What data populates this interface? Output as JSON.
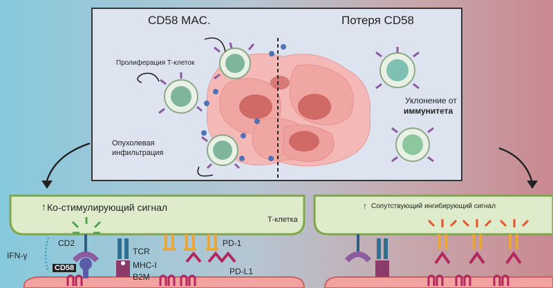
{
  "top_panel": {
    "left_title": "CD58 MAC.",
    "right_title": "Потеря CD58",
    "proliferation": "Пролиферация Т-клеток",
    "infiltration_line1": "Опухолевая",
    "infiltration_line2": "инфильтрация",
    "evasion_line1": "Уклонение от",
    "evasion_line2": "иммунитета"
  },
  "bottom_left": {
    "costim_arrow": "↑",
    "costim_label": "Ко-стимулирующий сигнал",
    "ifn": "IFN-γ",
    "cd2": "CD2",
    "cd58": "CD58",
    "tcr": "TCR",
    "mhc": "MHC-I",
    "b2m": "B2M",
    "pd1": "PD-1",
    "pdl1": "PD-L1"
  },
  "tcell_label": "Т-клетка",
  "bottom_right": {
    "arrow": "↑",
    "label": "Сопутствующий ингибирующий сигнал"
  },
  "colors": {
    "tcell_fill": "#dfeccb",
    "tcell_border": "#7fa64c",
    "tumor_fill": "#f0a7a4",
    "tumor_dark": "#c9605e",
    "receptor_purple": "#8c5a9e",
    "pd1_orange": "#e7a73b",
    "pdl1_magenta": "#b3265e",
    "tcr_blue": "#2f6f8f"
  }
}
